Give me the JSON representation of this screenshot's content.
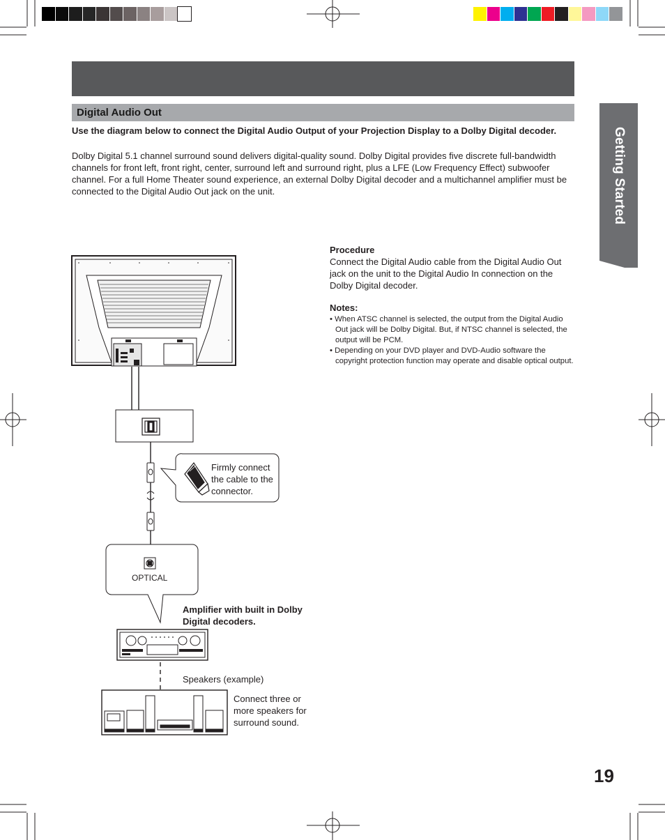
{
  "color_bars": {
    "grays": [
      "#000000",
      "#0b0b0b",
      "#1d1d1d",
      "#262626",
      "#3b3535",
      "#534c4c",
      "#6c6363",
      "#8b8282",
      "#a89d9d",
      "#cbc5c5",
      "#ffffff"
    ],
    "colors": [
      "#fff200",
      "#ec008c",
      "#00aeef",
      "#2e3192",
      "#00a651",
      "#ed1c24",
      "#231f20",
      "#fff799",
      "#f49ac1",
      "#8ed8f8",
      "#939598"
    ]
  },
  "section": {
    "title": "Digital Audio Out"
  },
  "intro": {
    "bold_lead": "Use the diagram below to connect the Digital Audio Output of your Projection Display to a Dolby Digital decoder.",
    "body": "Dolby Digital 5.1 channel surround sound delivers digital-quality sound. Dolby Digital provides five discrete full-bandwidth channels for front left, front right, center, surround left and surround right, plus a LFE (Low Frequency Effect) subwoofer channel. For a full Home Theater sound experience, an external Dolby Digital decoder and a multichannel amplifier must be connected to the Digital Audio Out jack on the unit."
  },
  "procedure": {
    "heading": "Procedure",
    "text": "Connect the Digital Audio cable from the Digital Audio Out jack on the unit to the Digital Audio In connection on the Dolby Digital decoder."
  },
  "notes": {
    "heading": "Notes:",
    "items": [
      "• When ATSC channel is selected, the output from the Digital Audio Out jack will be Dolby Digital. But, if NTSC channel is selected, the output will be PCM.",
      "• Depending on your DVD player and DVD-Audio software the copyright protection function may operate and disable optical output."
    ]
  },
  "diagram": {
    "callout_text": "Firmly connect the cable to the connector.",
    "optical_label": "OPTICAL",
    "amplifier_label": "Amplifier with built in Dolby Digital decoders.",
    "speakers_label": "Speakers (example)",
    "speakers_note": "Connect three or more speakers for surround sound."
  },
  "side_tab": {
    "label": "Getting Started",
    "color": "#6d6e71"
  },
  "page_number": "19"
}
